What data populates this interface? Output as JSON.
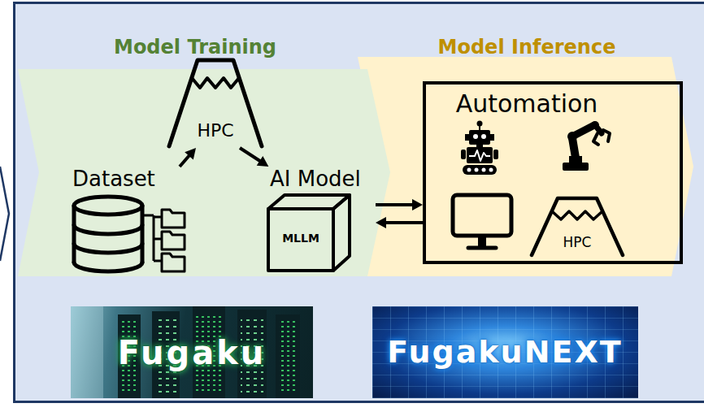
{
  "diagram": {
    "nodes": [
      {
        "text": [
          "Model Training"
        ]
      },
      {
        "text": [
          "Model Inference"
        ]
      },
      {
        "text": [
          "HPC"
        ],
        "in": 0
      },
      {
        "text": [
          "Dataset"
        ],
        "in": 0
      },
      {
        "text": [
          "AI Model",
          "MLLM"
        ],
        "in": 0
      },
      {
        "text": [
          "Automation"
        ],
        "in": 1
      },
      {
        "text": [
          "HPC"
        ],
        "in": 5
      },
      {
        "text": [
          "Fugaku"
        ]
      },
      {
        "text": [
          "FugakuNEXT"
        ]
      }
    ],
    "edges": [
      {
        "from": 3,
        "to": 2,
        "arrow": "to"
      },
      {
        "from": 2,
        "to": 4,
        "arrow": "to"
      },
      {
        "from": 4,
        "to": 5,
        "arrow": "to"
      },
      {
        "from": 5,
        "to": 4,
        "arrow": "to"
      }
    ]
  }
}
